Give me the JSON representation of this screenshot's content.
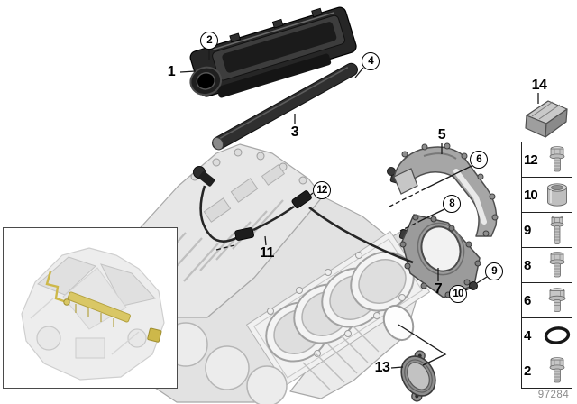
{
  "figure": {
    "drawing_number": "97284"
  },
  "callouts": {
    "plain": [
      {
        "id": "1",
        "text": "1"
      },
      {
        "id": "3",
        "text": "3"
      },
      {
        "id": "5",
        "text": "5"
      },
      {
        "id": "7",
        "text": "7"
      },
      {
        "id": "11",
        "text": "11"
      },
      {
        "id": "13",
        "text": "13"
      },
      {
        "id": "14",
        "text": "14"
      }
    ],
    "circled": [
      {
        "id": "2",
        "text": "2"
      },
      {
        "id": "4",
        "text": "4"
      },
      {
        "id": "6",
        "text": "6"
      },
      {
        "id": "8",
        "text": "8"
      },
      {
        "id": "9",
        "text": "9"
      },
      {
        "id": "10",
        "text": "10"
      },
      {
        "id": "12",
        "text": "12"
      }
    ]
  },
  "parts_panel": {
    "rows": [
      {
        "ref": "12",
        "icon": "hex-bolt"
      },
      {
        "ref": "10",
        "icon": "dowel-sleeve"
      },
      {
        "ref": "9",
        "icon": "hex-bolt-long"
      },
      {
        "ref": "8",
        "icon": "hex-bolt"
      },
      {
        "ref": "6",
        "icon": "flange-bolt"
      },
      {
        "ref": "4",
        "icon": "o-ring"
      },
      {
        "ref": "2",
        "icon": "hex-bolt"
      }
    ]
  },
  "colors": {
    "highlight_yellow": "#d7c35a",
    "dark_part": "#2b2b2b",
    "art_gray": "#9a9a9a",
    "caption_gray": "#8c8c8c"
  }
}
